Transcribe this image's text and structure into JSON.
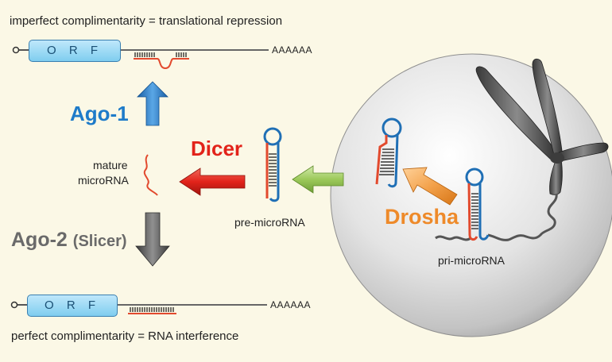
{
  "top_caption": "imperfect complimentarity = translational repression",
  "bottom_caption": "perfect complimentarity = RNA interference",
  "top_mrna": {
    "orf_label": "O R F",
    "polya": "AAAAAA"
  },
  "bottom_mrna": {
    "orf_label": "O R F",
    "polya": "AAAAAA"
  },
  "enzymes": {
    "ago1": "Ago-1",
    "dicer": "Dicer",
    "drosha": "Drosha",
    "ago2_main": "Ago-2",
    "ago2_paren": "(Slicer)"
  },
  "rna_labels": {
    "mature_line1": "mature",
    "mature_line2": "microRNA",
    "pre": "pre-microRNA",
    "pri": "pri-microRNA"
  },
  "colors": {
    "ago1": "#1e7bc9",
    "dicer": "#e2231a",
    "drosha": "#ee8a2a",
    "ago2": "#6a6a6a",
    "hairpin_blue": "#1f6fb5",
    "hairpin_red": "#e24a2e",
    "arrow_green": "#9cc95a"
  }
}
